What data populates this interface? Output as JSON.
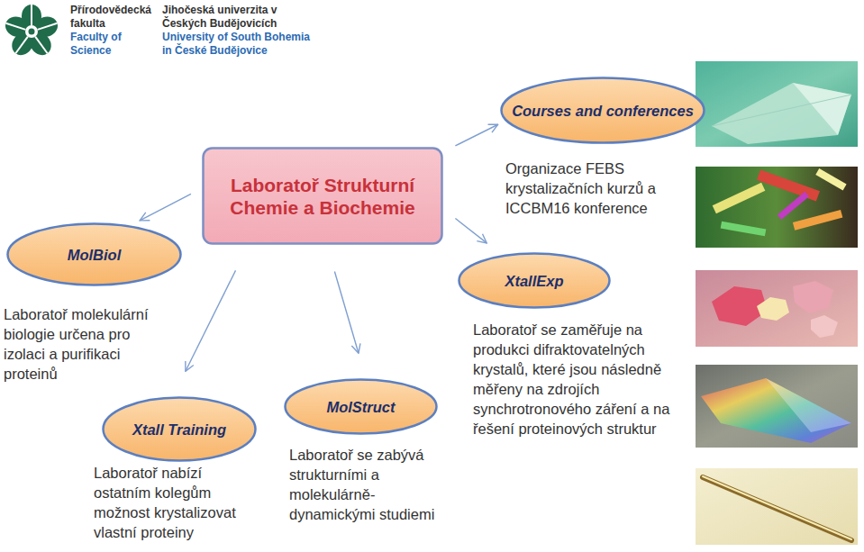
{
  "diagram": {
    "nodes": [
      {
        "text": [
          "Laboratoř Strukturní Chemie a Biochemie"
        ]
      },
      {
        "text": [
          "Courses and conferences",
          "Organizace FEBS krystalizačních kurzů a ICCBM16 konference"
        ]
      },
      {
        "text": [
          "MolBiol",
          "Laboratoř molekulární biologie určena pro izolaci a purifikaci proteinů"
        ]
      },
      {
        "text": [
          "XtallExp",
          "Laboratoř se zaměřuje na produkci difraktovatelných krystalů, které jsou následně měřeny na zdrojích synchrotronového záření a na řešení proteinových struktur"
        ]
      },
      {
        "text": [
          "Xtall Training",
          "Laboratoř nabízí ostatním kolegům možnost krystalizovat vlastní proteiny"
        ]
      },
      {
        "text": [
          "MolStruct",
          "Laboratoř se zabývá strukturními a molekulárně-dynamickými studiemi"
        ]
      }
    ],
    "edges": [
      {
        "from": 0,
        "to": 1,
        "arrow": "to"
      },
      {
        "from": 0,
        "to": 2,
        "arrow": "to"
      },
      {
        "from": 0,
        "to": 3,
        "arrow": "to"
      },
      {
        "from": 0,
        "to": 4,
        "arrow": "to"
      },
      {
        "from": 0,
        "to": 5,
        "arrow": "to"
      }
    ],
    "labels": [
      "Přírodovědecká fakulta",
      "Faculty of Science",
      "Jihočeská univerzita v Českých Budějovicích",
      "University of South Bohemia in České Budějovice"
    ]
  }
}
